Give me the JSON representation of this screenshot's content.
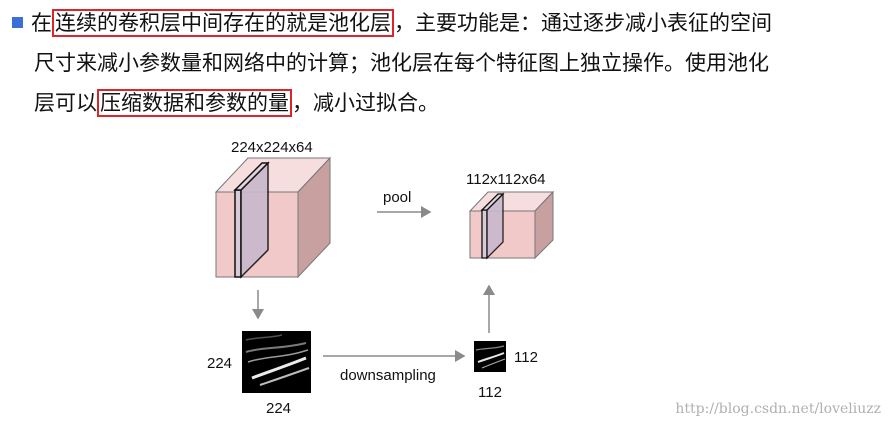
{
  "text": {
    "line1": {
      "pre": "在",
      "highlight": "连续的卷积层中间存在的就是池化层",
      "post": "，主要功能是：通过逐步减小表征的空间"
    },
    "line2": "尺寸来减小参数量和网络中的计算；池化层在每个特征图上独立操作。使用池化",
    "line3": {
      "pre": "层可以",
      "highlight": "压缩数据和参数的量",
      "post": "，减小过拟合。"
    }
  },
  "diagram": {
    "big_volume_label": "224x224x64",
    "small_volume_label": "112x112x64",
    "pool_label": "pool",
    "downsampling_label": "downsampling",
    "big_image_side_label": "224",
    "big_image_bottom_label": "224",
    "small_image_side_label": "112",
    "small_image_bottom_label": "112"
  },
  "colors": {
    "volume_front": "#f2c9c9",
    "volume_side": "#c9a0a0",
    "highlight_border": "#d9262a",
    "bullet": "#3a6fd8"
  },
  "watermark": "http://blog.csdn.net/loveliuzz"
}
